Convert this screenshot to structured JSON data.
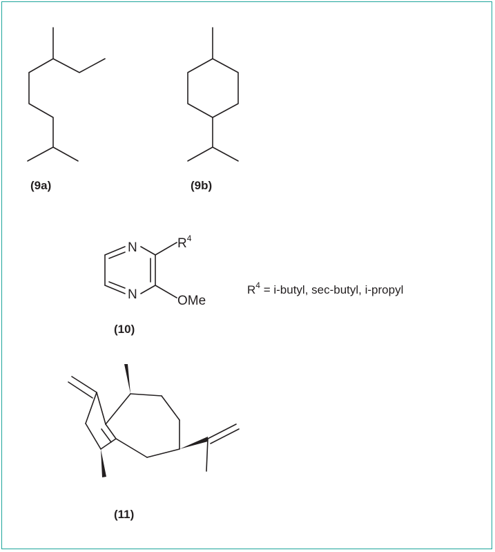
{
  "colors": {
    "frame": "#1aa39a",
    "bond": "#231f20"
  },
  "compounds": {
    "c9a": {
      "label": "(9a)"
    },
    "c9b": {
      "label": "(9b)"
    },
    "c10": {
      "label": "(10)",
      "atom_n_top": "N",
      "atom_n_bottom": "N",
      "substituent_r": "R",
      "substituent_r_sup": "4",
      "substituent_ome": "OMe"
    },
    "c11": {
      "label": "(11)"
    }
  },
  "r4_definition": {
    "symbol": "R",
    "sup": "4",
    "text": " = i-butyl, sec-butyl, i-propyl"
  }
}
